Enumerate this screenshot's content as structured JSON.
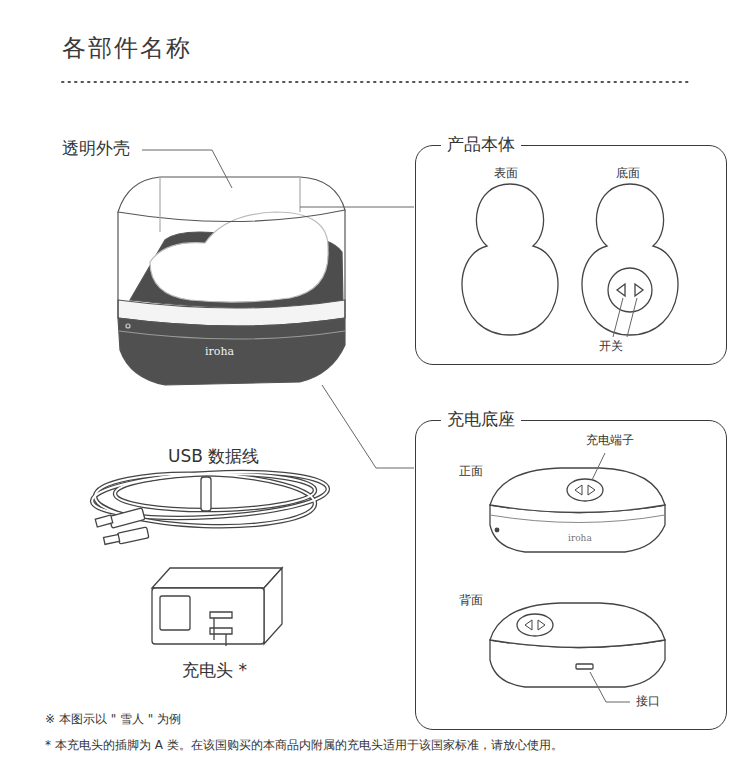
{
  "diagram": {
    "title": "各部件名称",
    "nodes": [
      {
        "text": [
          "产品本体",
          "表面",
          "底面",
          "开关"
        ]
      },
      {
        "text": [
          "充电底座",
          "充电端子",
          "正面",
          "背面",
          "接口"
        ]
      }
    ],
    "labels": [
      "透明外壳",
      "iroha",
      "USB 数据线",
      "充电头 *",
      "iroha",
      "※ 本图示以 \" 雪人 \" 为例",
      "* 本充电头的插脚为 A 类。在该国购买的本商品内附属的充电头适用于该国家标准，请放心使用。"
    ]
  }
}
